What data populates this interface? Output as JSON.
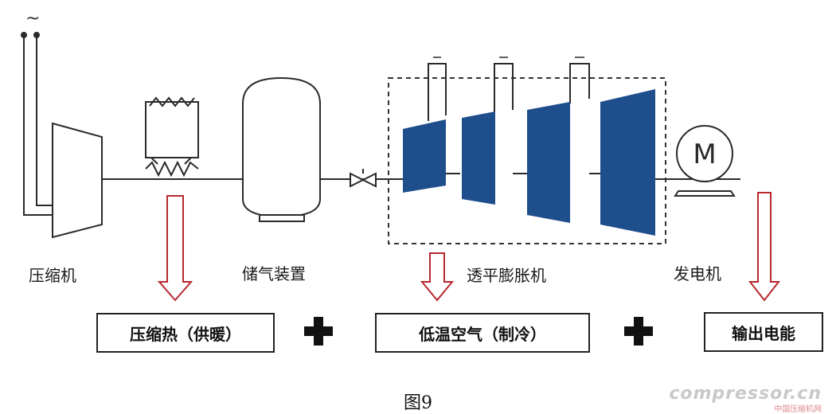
{
  "labels": {
    "compressor": "压缩机",
    "storage": "储气装置",
    "turbine": "透平膨胀机",
    "generator": "发电机",
    "motor_symbol": "M",
    "ac_symbol": "~"
  },
  "outputs": [
    {
      "text": "压缩热（供暖）"
    },
    {
      "text": "低温空气（制冷）"
    },
    {
      "text": "输出电能"
    }
  ],
  "plus_symbols": [
    "+",
    "+"
  ],
  "caption": "图9",
  "watermark": {
    "main": "compressor.cn",
    "sub": "中国压缩机网"
  },
  "colors": {
    "turbine_blue": "#1f4e8c",
    "arrow_red": "#b8282e",
    "line": "#2a2a2a",
    "dashed": "#333333"
  }
}
